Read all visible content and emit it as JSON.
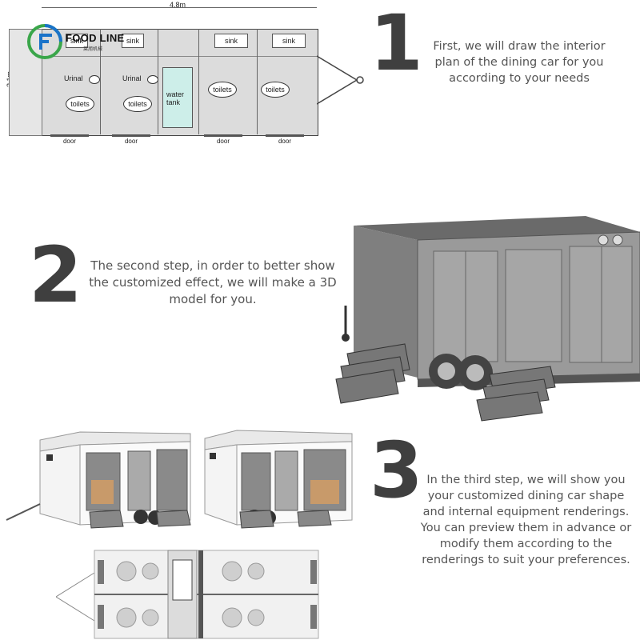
{
  "logo": {
    "name": "FOOD LINE",
    "subtitle": "莱旭机械"
  },
  "plan": {
    "width_label": "4.8m",
    "height_label": "2.1m",
    "water_tank": "water\ntank",
    "sinks": [
      "sink",
      "sink",
      "sink",
      "sink"
    ],
    "urinals": [
      "Urinal",
      "Urinal"
    ],
    "toilets": [
      "toilets",
      "toilets",
      "toilets",
      "toilets"
    ],
    "doors": [
      "door",
      "door",
      "door",
      "door"
    ]
  },
  "steps": [
    {
      "number": "1",
      "text": "First, we will draw the interior plan of the dining car for you according to your needs"
    },
    {
      "number": "2",
      "text": "The second step, in order to better show the customized effect, we will make a 3D model for you."
    },
    {
      "number": "3",
      "text": "In the third step, we will show you your customized dining car shape and internal equipment renderings. You can preview them in advance or modify them according to the renderings to suit your preferences."
    }
  ],
  "colors": {
    "accent_green": "#3aa64a",
    "accent_blue": "#1a73c9",
    "tank": "#cdeee9",
    "plan_fill": "#dcdcdc"
  }
}
